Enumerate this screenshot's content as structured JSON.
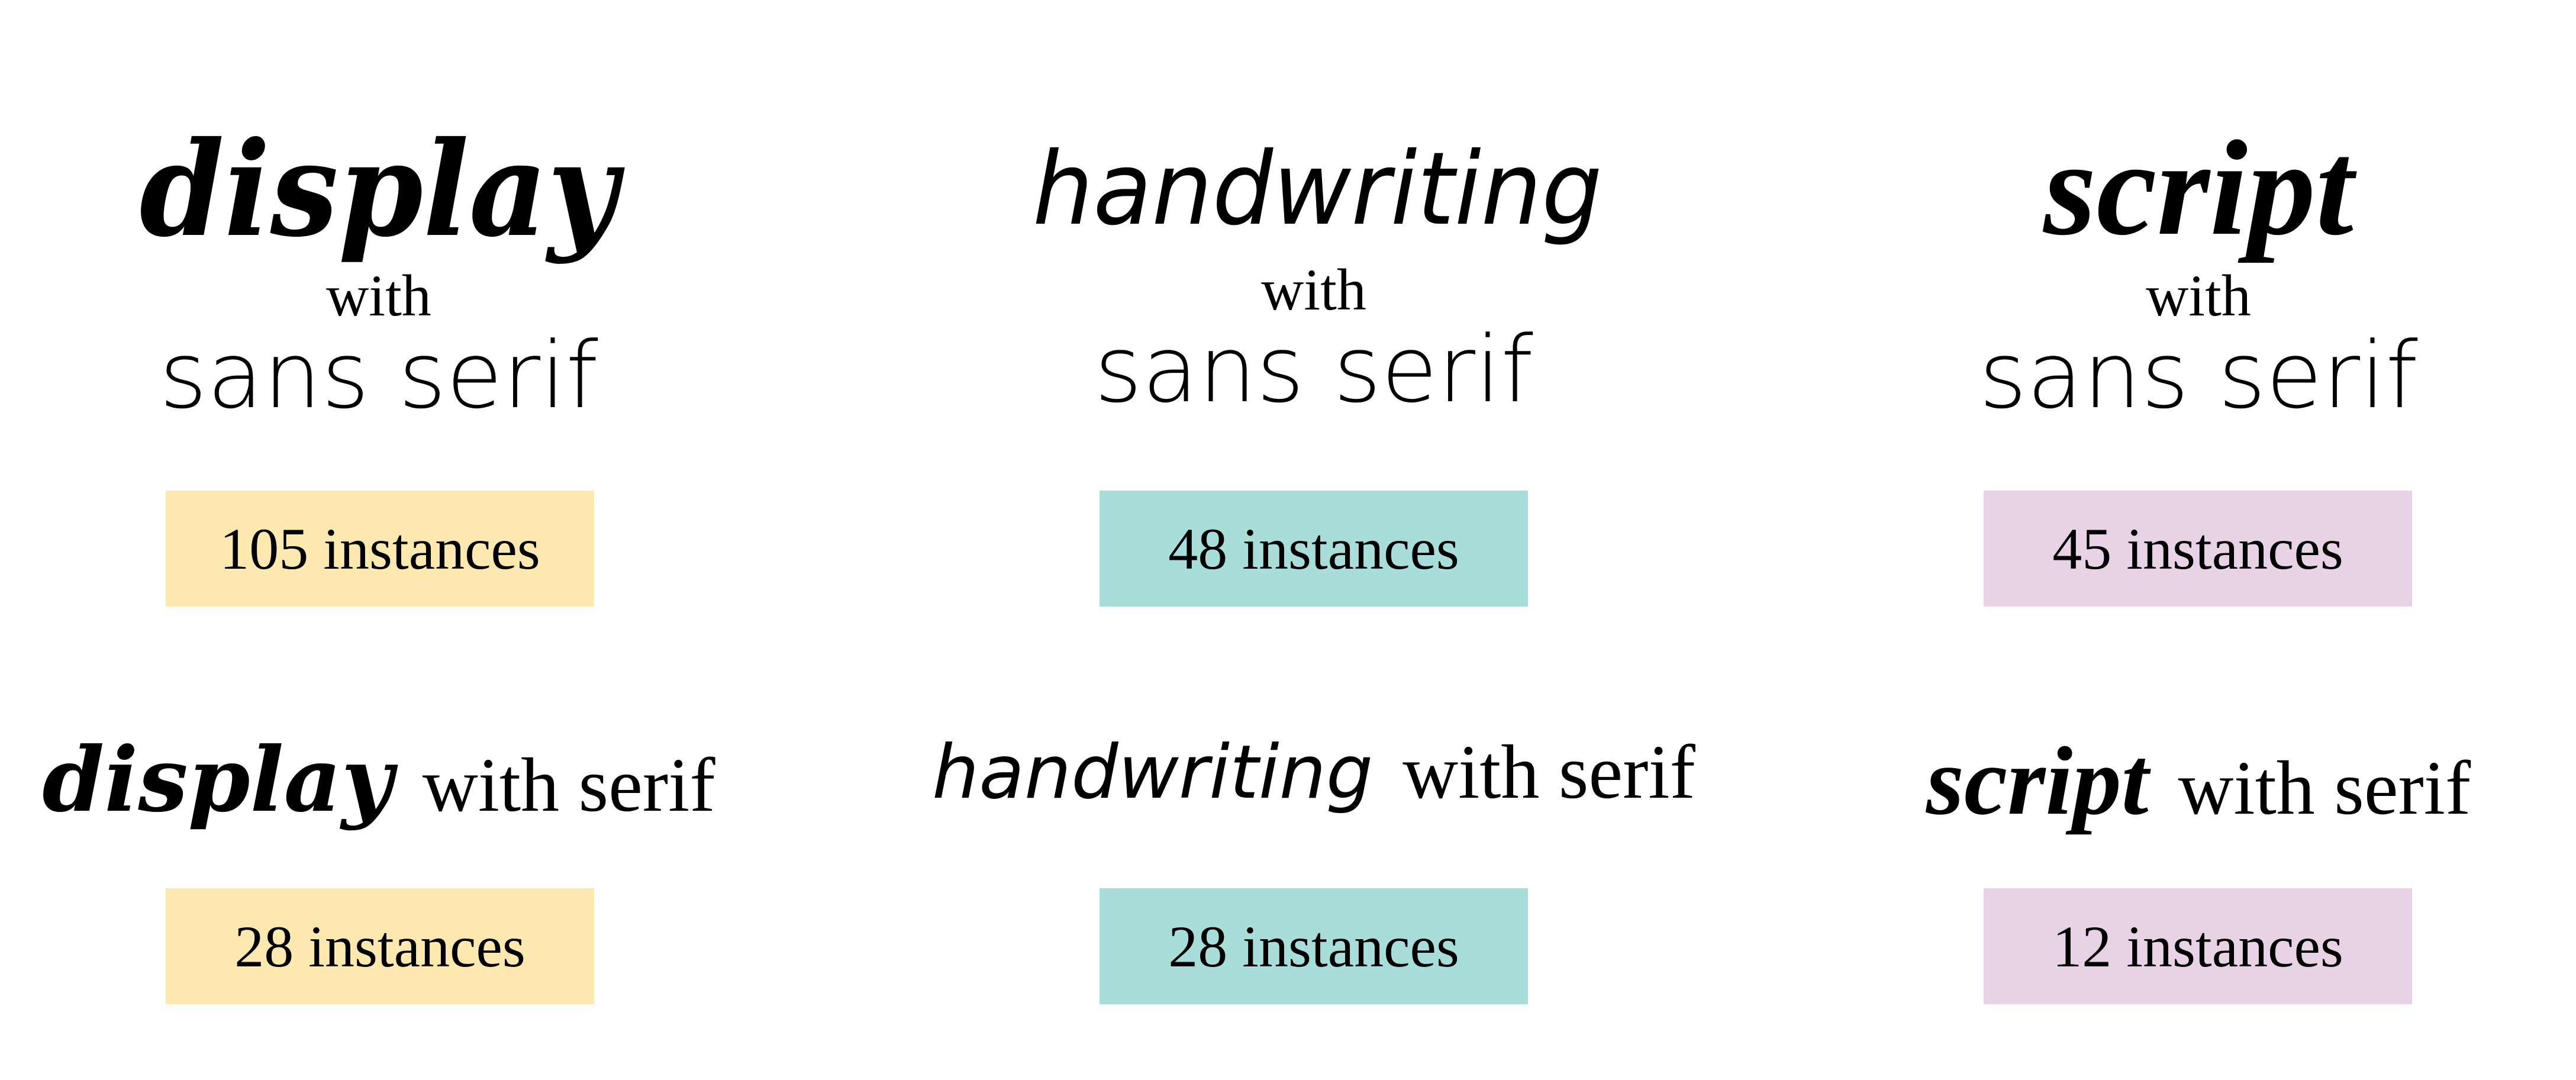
{
  "colors": {
    "display": "#fde9b0",
    "handwriting": "#a8ddd9",
    "script": "#e8d3e6",
    "text": "#000000",
    "background": "#ffffff"
  },
  "top": [
    {
      "style": "display",
      "title": "display",
      "with": "with",
      "pair": "sans serif",
      "count": "105 instances"
    },
    {
      "style": "handwriting",
      "title": "handwriting",
      "with": "with",
      "pair": "sans serif",
      "count": "48 instances"
    },
    {
      "style": "script",
      "title": "script",
      "with": "with",
      "pair": "sans serif",
      "count": "45 instances"
    }
  ],
  "bottom": [
    {
      "style": "display",
      "title": "display",
      "pair": "with serif",
      "count": "28 instances"
    },
    {
      "style": "handwriting",
      "title": "handwriting",
      "pair": "with serif",
      "count": "28 instances"
    },
    {
      "style": "script",
      "title": "script",
      "pair": "with serif",
      "count": "12 instances"
    }
  ]
}
